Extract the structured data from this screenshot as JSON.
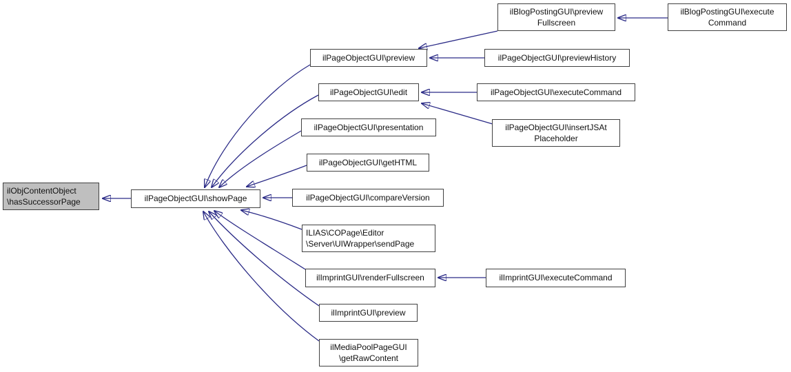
{
  "graph": {
    "type": "caller-graph",
    "colors": {
      "edge": "#2a2a86",
      "node_fill": "#ffffff",
      "node_border": "#404040",
      "current_node_fill": "#bfbfbf",
      "background": "#ffffff"
    },
    "nodes": [
      {
        "id": "hasSuccessorPage",
        "label": "ilObjContentObject\n\\hasSuccessorPage",
        "current": true
      },
      {
        "id": "showPage",
        "label": "ilPageObjectGUI\\showPage",
        "current": false
      },
      {
        "id": "preview",
        "label": "ilPageObjectGUI\\preview",
        "current": false
      },
      {
        "id": "previewFullscreen",
        "label": "ilBlogPostingGUI\\preview\nFullscreen",
        "current": false
      },
      {
        "id": "blogExecuteCommand",
        "label": "ilBlogPostingGUI\\execute\nCommand",
        "current": false
      },
      {
        "id": "previewHistory",
        "label": "ilPageObjectGUI\\previewHistory",
        "current": false
      },
      {
        "id": "edit",
        "label": "ilPageObjectGUI\\edit",
        "current": false
      },
      {
        "id": "pageExecuteCommand",
        "label": "ilPageObjectGUI\\executeCommand",
        "current": false
      },
      {
        "id": "presentation",
        "label": "ilPageObjectGUI\\presentation",
        "current": false
      },
      {
        "id": "insertJSAtPlaceholder",
        "label": "ilPageObjectGUI\\insertJSAt\nPlaceholder",
        "current": false
      },
      {
        "id": "getHTML",
        "label": "ilPageObjectGUI\\getHTML",
        "current": false
      },
      {
        "id": "compareVersion",
        "label": "ilPageObjectGUI\\compareVersion",
        "current": false
      },
      {
        "id": "sendPage",
        "label": "ILIAS\\COPage\\Editor\n\\Server\\UIWrapper\\sendPage",
        "current": false
      },
      {
        "id": "renderFullscreen",
        "label": "ilImprintGUI\\renderFullscreen",
        "current": false
      },
      {
        "id": "imprintExecuteCommand",
        "label": "ilImprintGUI\\executeCommand",
        "current": false
      },
      {
        "id": "imprintPreview",
        "label": "ilImprintGUI\\preview",
        "current": false
      },
      {
        "id": "getRawContent",
        "label": "ilMediaPoolPageGUI\n\\getRawContent",
        "current": false
      }
    ],
    "edges": [
      {
        "from": "showPage",
        "to": "hasSuccessorPage"
      },
      {
        "from": "preview",
        "to": "showPage"
      },
      {
        "from": "edit",
        "to": "showPage"
      },
      {
        "from": "presentation",
        "to": "showPage"
      },
      {
        "from": "getHTML",
        "to": "showPage"
      },
      {
        "from": "compareVersion",
        "to": "showPage"
      },
      {
        "from": "sendPage",
        "to": "showPage"
      },
      {
        "from": "renderFullscreen",
        "to": "showPage"
      },
      {
        "from": "imprintPreview",
        "to": "showPage"
      },
      {
        "from": "getRawContent",
        "to": "showPage"
      },
      {
        "from": "previewFullscreen",
        "to": "preview"
      },
      {
        "from": "blogExecuteCommand",
        "to": "previewFullscreen"
      },
      {
        "from": "previewHistory",
        "to": "preview"
      },
      {
        "from": "pageExecuteCommand",
        "to": "edit"
      },
      {
        "from": "insertJSAtPlaceholder",
        "to": "edit"
      },
      {
        "from": "imprintExecuteCommand",
        "to": "renderFullscreen"
      }
    ]
  }
}
